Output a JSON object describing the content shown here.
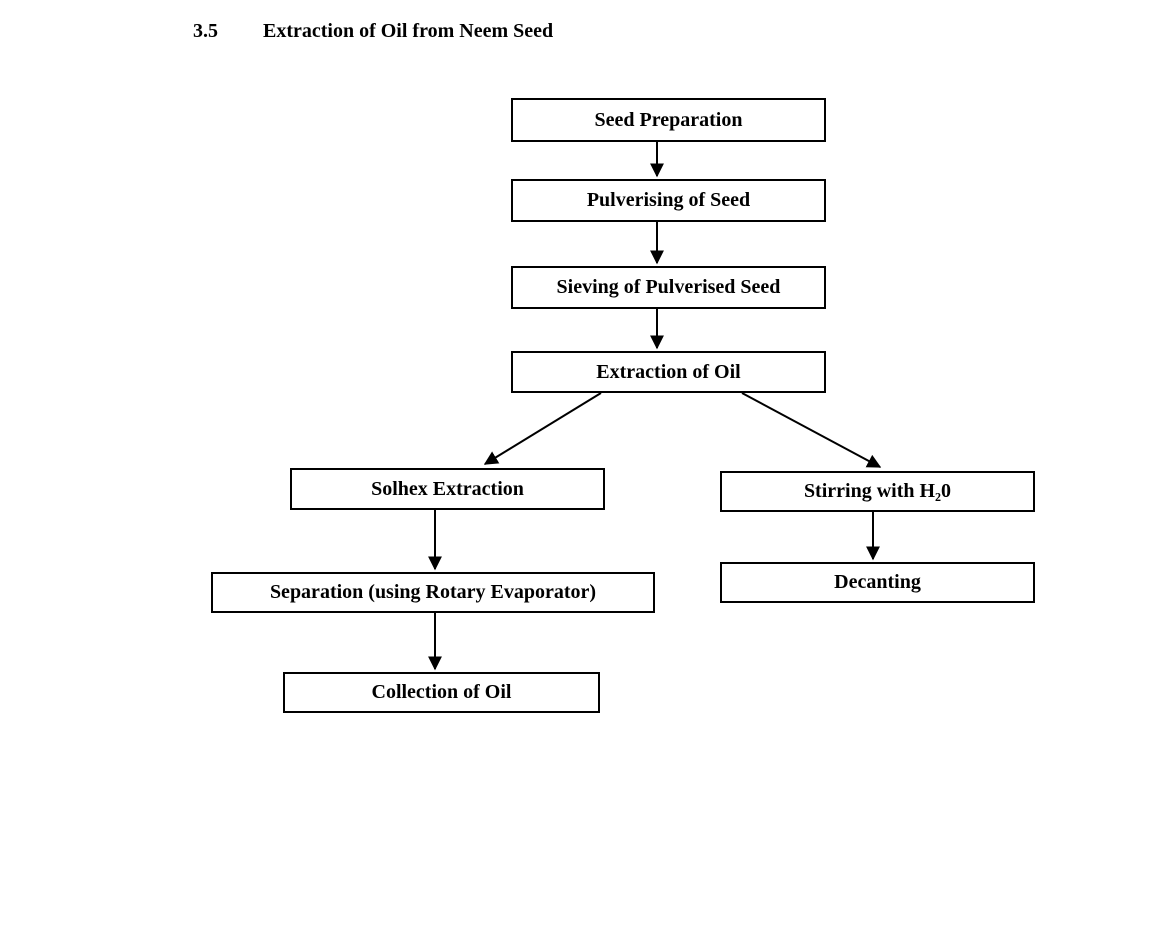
{
  "heading": {
    "number": "3.5",
    "title": "Extraction of Oil from Neem Seed"
  },
  "flowchart": {
    "line_color": "#000000",
    "box_border_color": "#000000",
    "box_background": "#ffffff",
    "nodes": {
      "seed_preparation": "Seed Preparation",
      "pulverising": "Pulverising of Seed",
      "sieving": "Sieving of Pulverised Seed",
      "extraction": "Extraction of Oil",
      "solhex": "Solhex Extraction",
      "stirring": "Stirring with H₂0",
      "decanting": "Decanting",
      "separation": "Separation (using Rotary Evaporator)",
      "collection": "Collection of Oil"
    },
    "edges": [
      {
        "from": "Seed Preparation",
        "to": "Pulverising of Seed"
      },
      {
        "from": "Pulverising of Seed",
        "to": "Sieving of Pulverised Seed"
      },
      {
        "from": "Sieving of Pulverised Seed",
        "to": "Extraction of Oil"
      },
      {
        "from": "Extraction of Oil",
        "to": "Solhex Extraction"
      },
      {
        "from": "Extraction of Oil",
        "to": "Stirring with H₂0"
      },
      {
        "from": "Solhex Extraction",
        "to": "Separation (using Rotary Evaporator)"
      },
      {
        "from": "Separation (using Rotary Evaporator)",
        "to": "Collection of Oil"
      },
      {
        "from": "Stirring with H₂0",
        "to": "Decanting"
      }
    ]
  }
}
